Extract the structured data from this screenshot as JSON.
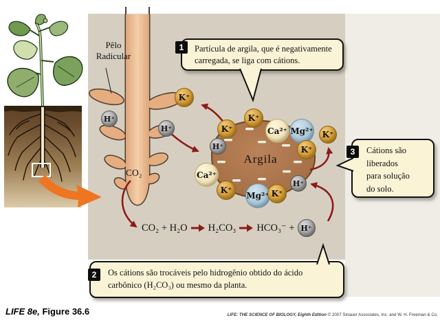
{
  "figure_label": {
    "book": "LIFE 8e,",
    "figure": "Figure 36.6"
  },
  "credit": {
    "title": "LIFE: THE SCIENCE OF BIOLOGY, Eighth Edition",
    "rest": "© 2007 Sinauer Associates, Inc. and W. H. Freeman & Co."
  },
  "labels": {
    "root_hair": [
      "Pêlo",
      "Radicular"
    ],
    "co2_root": "CO₂",
    "clay": "Argila"
  },
  "callouts": [
    {
      "number": "1",
      "lines": [
        "Partícula de argila, que é negativamente",
        "carregada, se liga com cátions."
      ]
    },
    {
      "number": "2",
      "lines": [
        "Os cátions são trocáveis pelo hidrogênio obtido do ácido",
        "carbônico (H₂CO₃) ou mesmo da planta."
      ]
    },
    {
      "number": "3",
      "lines": [
        "Cátions são",
        "liberados",
        "para solução",
        "do solo."
      ]
    }
  ],
  "equation": {
    "seg1": "CO₂ + H₂O",
    "seg2": "H₂CO₃",
    "seg3": "HCO₃⁻ +",
    "h_ion": "H⁺"
  },
  "ion_labels": {
    "k": "K⁺",
    "ca": "Ca²⁺",
    "mg": "Mg²⁺",
    "h": "H⁺"
  },
  "ions_around_clay": [
    "K⁺",
    "K⁺",
    "Ca²⁺",
    "Mg²⁺",
    "K⁺",
    "H⁺",
    "Ca²⁺",
    "K⁺",
    "Mg²⁺",
    "K⁺",
    "H⁺"
  ],
  "ions_near_root": [
    "H⁺",
    "K⁺",
    "H⁺"
  ],
  "ions_free": [
    "K⁺"
  ],
  "colors": {
    "panel": "#d6cfc1",
    "outer_right": "#efede6",
    "clay": "#a9734c",
    "clay_edge": "#6e4423",
    "arrow_red": "#8e1a1a",
    "arrow_orange": "#ee7522",
    "callout_bg": "#faf3d6",
    "ion_k": "#d39a33",
    "ion_ca": "#f2e3b8",
    "ion_mg": "#a7c4d6",
    "ion_h": "#9e9e9e",
    "root": "#e8b388"
  }
}
